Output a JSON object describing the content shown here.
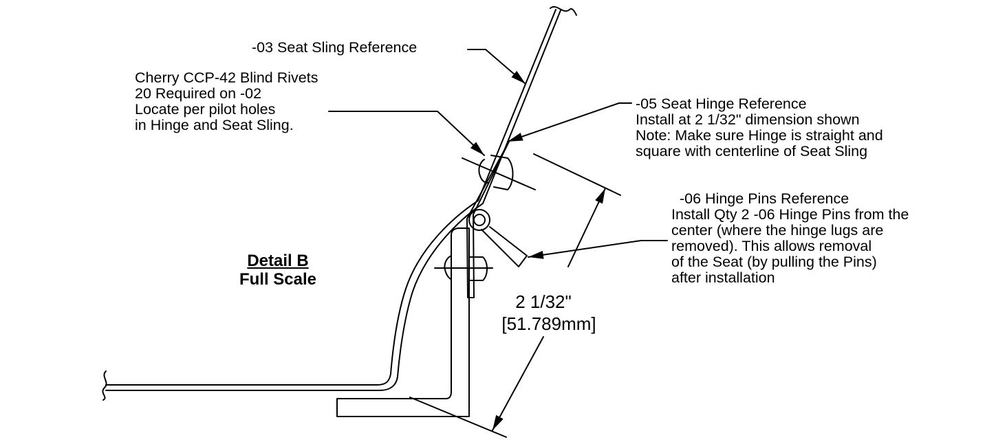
{
  "labels": {
    "seat_sling": "-03 Seat Sling Reference",
    "rivets": [
      "Cherry CCP-42 Blind Rivets",
      "20 Required on -02",
      "Locate per pilot holes",
      "in Hinge and Seat Sling."
    ],
    "seat_hinge": [
      "-05 Seat Hinge Reference",
      "Install at 2 1/32\" dimension shown",
      "Note: Make sure Hinge is straight and",
      "square with centerline of Seat Sling"
    ],
    "hinge_pins": [
      "-06 Hinge Pins Reference",
      "Install Qty 2 -06 Hinge Pins from the",
      "center (where the hinge lugs are",
      "removed).  This allows removal",
      "of the Seat (by pulling the Pins)",
      "after installation"
    ]
  },
  "detail": {
    "title": "Detail B",
    "scale": "Full Scale"
  },
  "dimension": {
    "imperial": "2 1/32\"",
    "metric": "[51.789mm]"
  }
}
